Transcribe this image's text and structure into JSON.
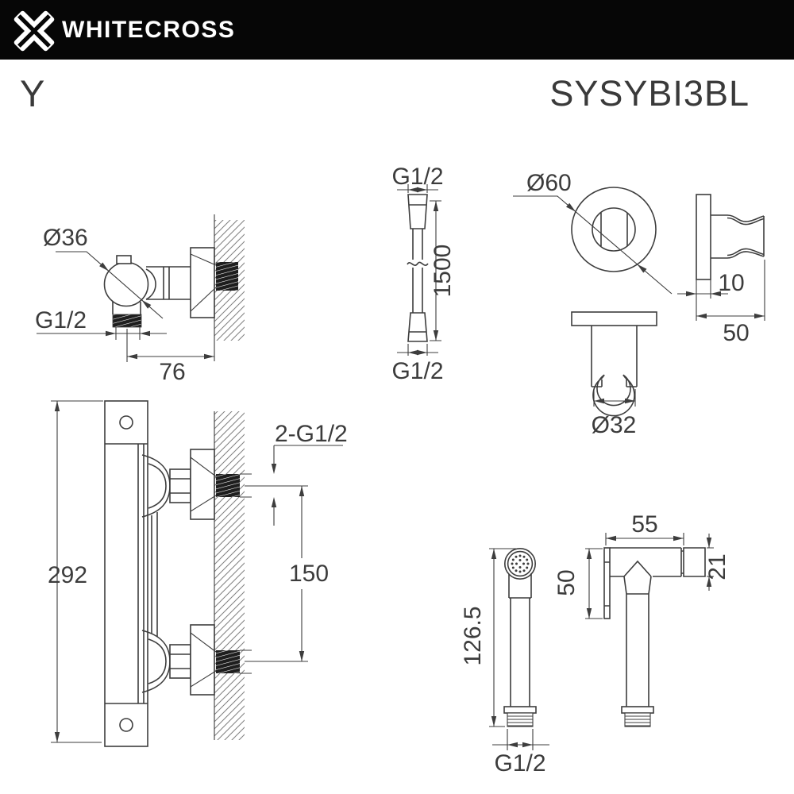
{
  "header": {
    "brand": "WHITECROSS"
  },
  "product": {
    "series_label": "Y",
    "model_code": "SYSYBI3BL"
  },
  "colors": {
    "header_bg": "#060606",
    "line": "#3d3d3d",
    "text": "#3c3c3c",
    "background": "#ffffff"
  },
  "dimensions": {
    "outlet": {
      "diameter": "Ø36",
      "thread": "G1/2",
      "wall_distance": "76"
    },
    "hose": {
      "top_thread": "G1/2",
      "bottom_thread": "G1/2",
      "length": "1500"
    },
    "holder": {
      "flange_diameter": "Ø60",
      "plate_thickness": "10",
      "depth": "50",
      "clip_width": "Ø32"
    },
    "mixer": {
      "body_height": "292",
      "inlet_spacing": "150",
      "inlet_thread": "2-G1/2"
    },
    "handspray": {
      "total_height": "126.5",
      "head_depth": "50",
      "head_width": "55",
      "nozzle_height": "21",
      "thread": "G1/2"
    }
  }
}
